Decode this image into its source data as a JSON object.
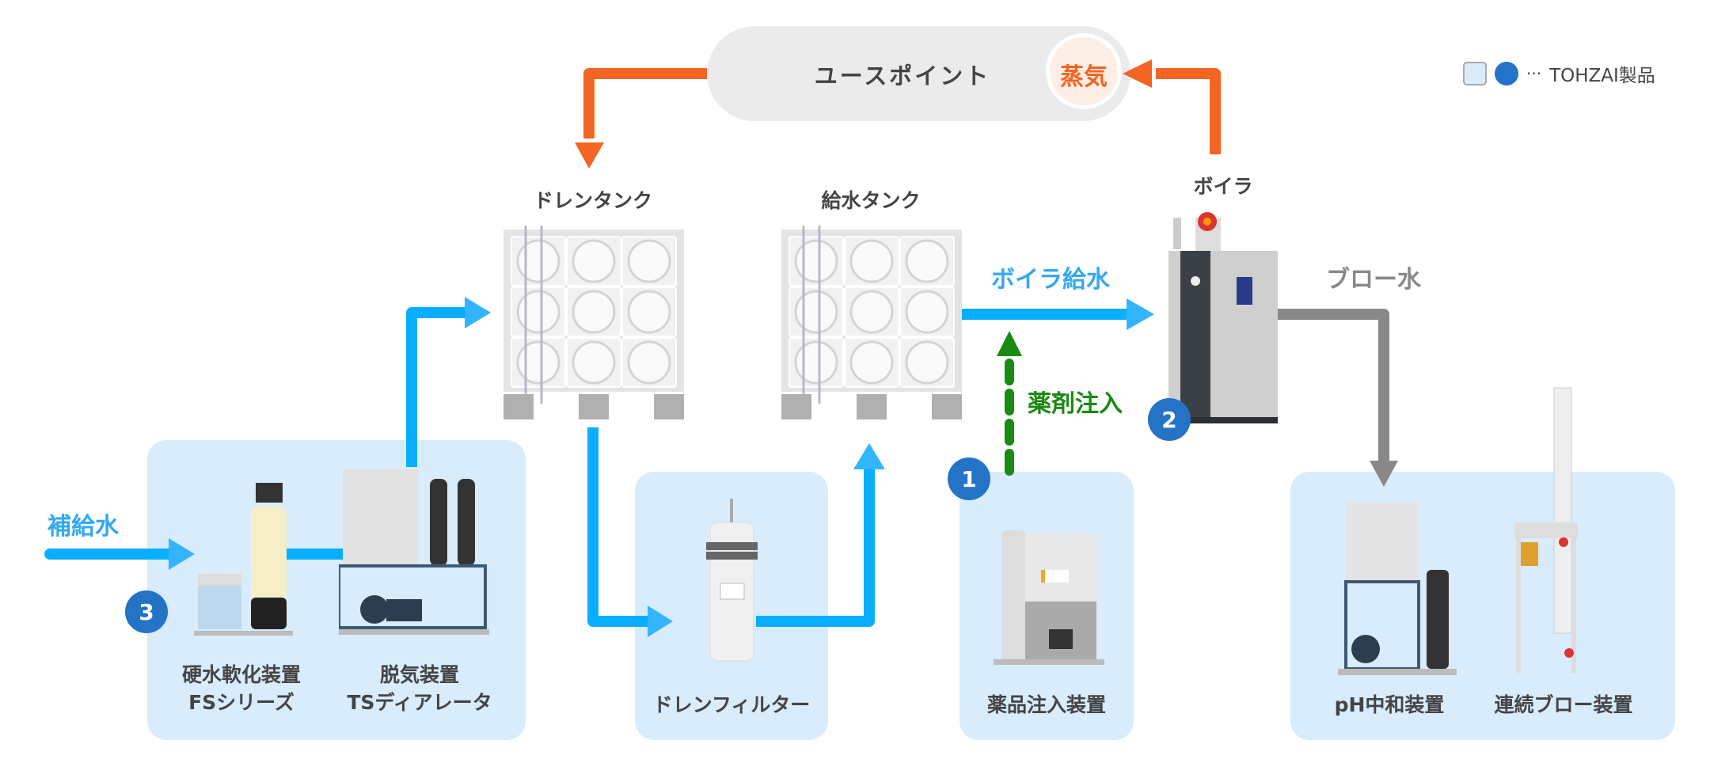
{
  "use_point": {
    "label": "ユースポイント",
    "steam_label": "蒸気"
  },
  "legend": {
    "ellipsis": "···",
    "text": "TOHZAI製品",
    "box_color": "#d8ecfc",
    "dot_color": "#2473c6"
  },
  "tanks": {
    "drain": "ドレンタンク",
    "feed": "給水タンク"
  },
  "boiler": {
    "label": "ボイラ",
    "badge": "2"
  },
  "flows": {
    "makeup_water": "補給水",
    "boiler_feed": "ボイラ給水",
    "blow_water": "ブロー水",
    "chemical_injection": "薬剤注入"
  },
  "products": {
    "softener": {
      "line1": "硬水軟化装置",
      "line2": "FSシリーズ",
      "badge": "3"
    },
    "deaerator": {
      "line1": "脱気装置",
      "line2": "TSディアレータ"
    },
    "drain_filter": {
      "label": "ドレンフィルター"
    },
    "chemical_injector": {
      "label": "薬品注入装置",
      "badge": "1"
    },
    "ph_neutralizer": {
      "label": "pH中和装置"
    },
    "continuous_blow": {
      "label": "連続ブロー装置"
    }
  },
  "colors": {
    "water": "#0aaeff",
    "steam": "#f26522",
    "chemical": "#1a8a12",
    "blow": "#888888",
    "badge": "#2473c6"
  }
}
